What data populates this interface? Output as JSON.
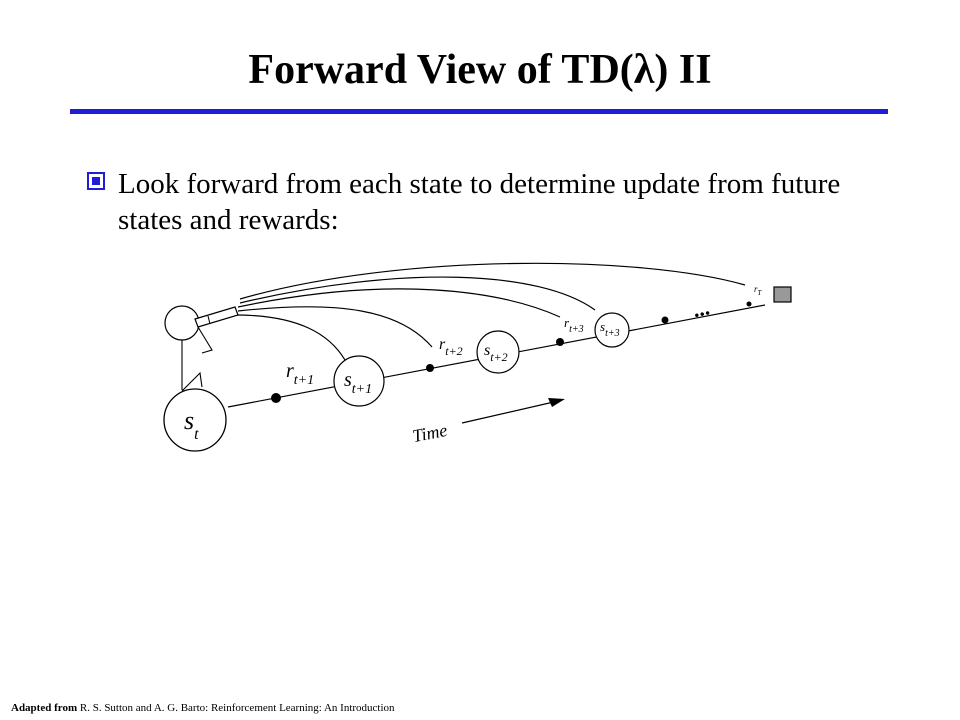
{
  "slide": {
    "title": "Forward View of TD(λ) II",
    "bullet": "Look forward from each state to determine update from future states and rewards:"
  },
  "diagram": {
    "states": [
      {
        "name": "s",
        "sub": "t"
      },
      {
        "name": "s",
        "sub": "t+1"
      },
      {
        "name": "s",
        "sub": "t+2"
      },
      {
        "name": "s",
        "sub": "t+3"
      }
    ],
    "rewards": [
      {
        "name": "r",
        "sub": "t+1"
      },
      {
        "name": "r",
        "sub": "t+2"
      },
      {
        "name": "r",
        "sub": "t+3"
      },
      {
        "name": "r",
        "sub": "T"
      }
    ],
    "ellipsis": "...",
    "time_label": "Time"
  },
  "footer": {
    "prefix": "Adapted from",
    "text": "R. S. Sutton and A. G. Barto: Reinforcement Learning: An Introduction"
  }
}
